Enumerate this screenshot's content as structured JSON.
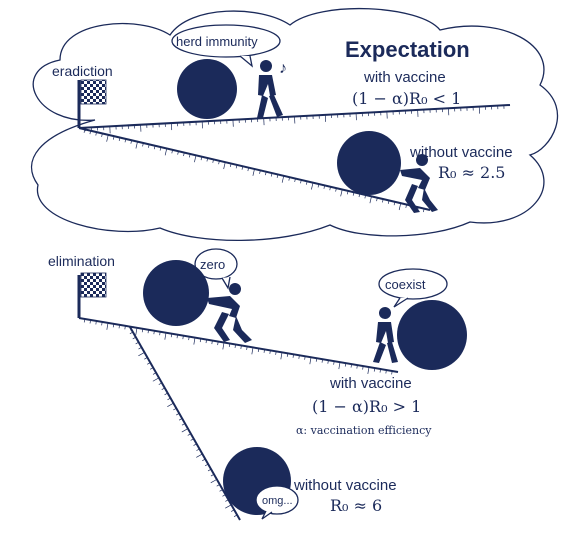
{
  "expectation_panel": {
    "title": "Expectation",
    "goal_label": "eradiction",
    "bubble_text": "herd immunity",
    "music_note": "♪",
    "with_vaccine_label": "with vaccine",
    "with_vaccine_condition": "(1 − α)R₀ < 1",
    "without_vaccine_label": "without vaccine",
    "without_vaccine_condition": "R₀ ≈ 2.5"
  },
  "reality_panel": {
    "goal_label": "elimination",
    "bubble_zero": "zero",
    "bubble_coexist": "coexist",
    "bubble_omg": "omg...",
    "with_vaccine_label": "with vaccine",
    "with_vaccine_condition": "(1 − α)R₀ > 1",
    "alpha_note": "α: vaccination efficiency",
    "without_vaccine_label": "without vaccine",
    "without_vaccine_condition": "R₀ ≈ 6"
  },
  "colors": {
    "ink": "#1b2a5a",
    "background": "#ffffff"
  },
  "icons": [
    "checkered-flag-icon",
    "boulder-icon",
    "walking-person-icon",
    "pushing-person-icon",
    "speech-bubble-icon",
    "music-note-icon"
  ]
}
